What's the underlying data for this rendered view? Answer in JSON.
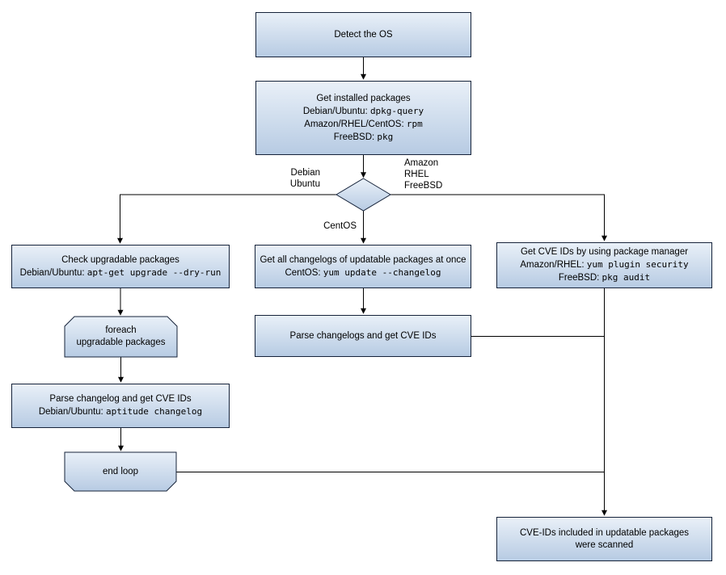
{
  "colors": {
    "background": "#ffffff",
    "node_fill_top": "#e9f0f8",
    "node_fill_bottom": "#b7cbe3",
    "node_border": "#16233a",
    "edge_color": "#000000",
    "text_color": "#000000"
  },
  "nodes": {
    "detect_os": {
      "title": "Detect the OS"
    },
    "get_installed": {
      "title": "Get installed packages",
      "rows": [
        {
          "prefix": "Debian/Ubuntu: ",
          "code": "dpkg-query"
        },
        {
          "prefix": "Amazon/RHEL/CentOS: ",
          "code": "rpm"
        },
        {
          "prefix": "FreeBSD: ",
          "code": "pkg"
        }
      ]
    },
    "check_upgradable": {
      "title": "Check upgradable packages",
      "rows": [
        {
          "prefix": "Debian/Ubuntu: ",
          "code": "apt-get upgrade --dry-run"
        }
      ]
    },
    "foreach_loop": {
      "line1": "foreach",
      "line2": "upgradable packages"
    },
    "parse_changelog": {
      "title": "Parse changelog and get CVE IDs",
      "rows": [
        {
          "prefix": "Debian/Ubuntu: ",
          "code": "aptitude changelog"
        }
      ]
    },
    "end_loop": {
      "title": "end loop"
    },
    "get_changelogs": {
      "title": "Get all changelogs of updatable packages at once",
      "rows": [
        {
          "prefix": "CentOS: ",
          "code": "yum update --changelog"
        }
      ]
    },
    "parse_changelogs": {
      "title": "Parse changelogs and get CVE IDs"
    },
    "get_cve_ids": {
      "title": "Get CVE IDs by using package manager",
      "rows": [
        {
          "prefix": "Amazon/RHEL: ",
          "code": "yum plugin security"
        },
        {
          "prefix": "FreeBSD: ",
          "code": "pkg audit"
        }
      ]
    },
    "scanned": {
      "line1": "CVE-IDs included in updatable packages",
      "line2": "were scanned"
    }
  },
  "edge_labels": {
    "left": [
      "Debian",
      "Ubuntu"
    ],
    "right": [
      "Amazon",
      "RHEL",
      "FreeBSD"
    ],
    "down": "CentOS"
  }
}
